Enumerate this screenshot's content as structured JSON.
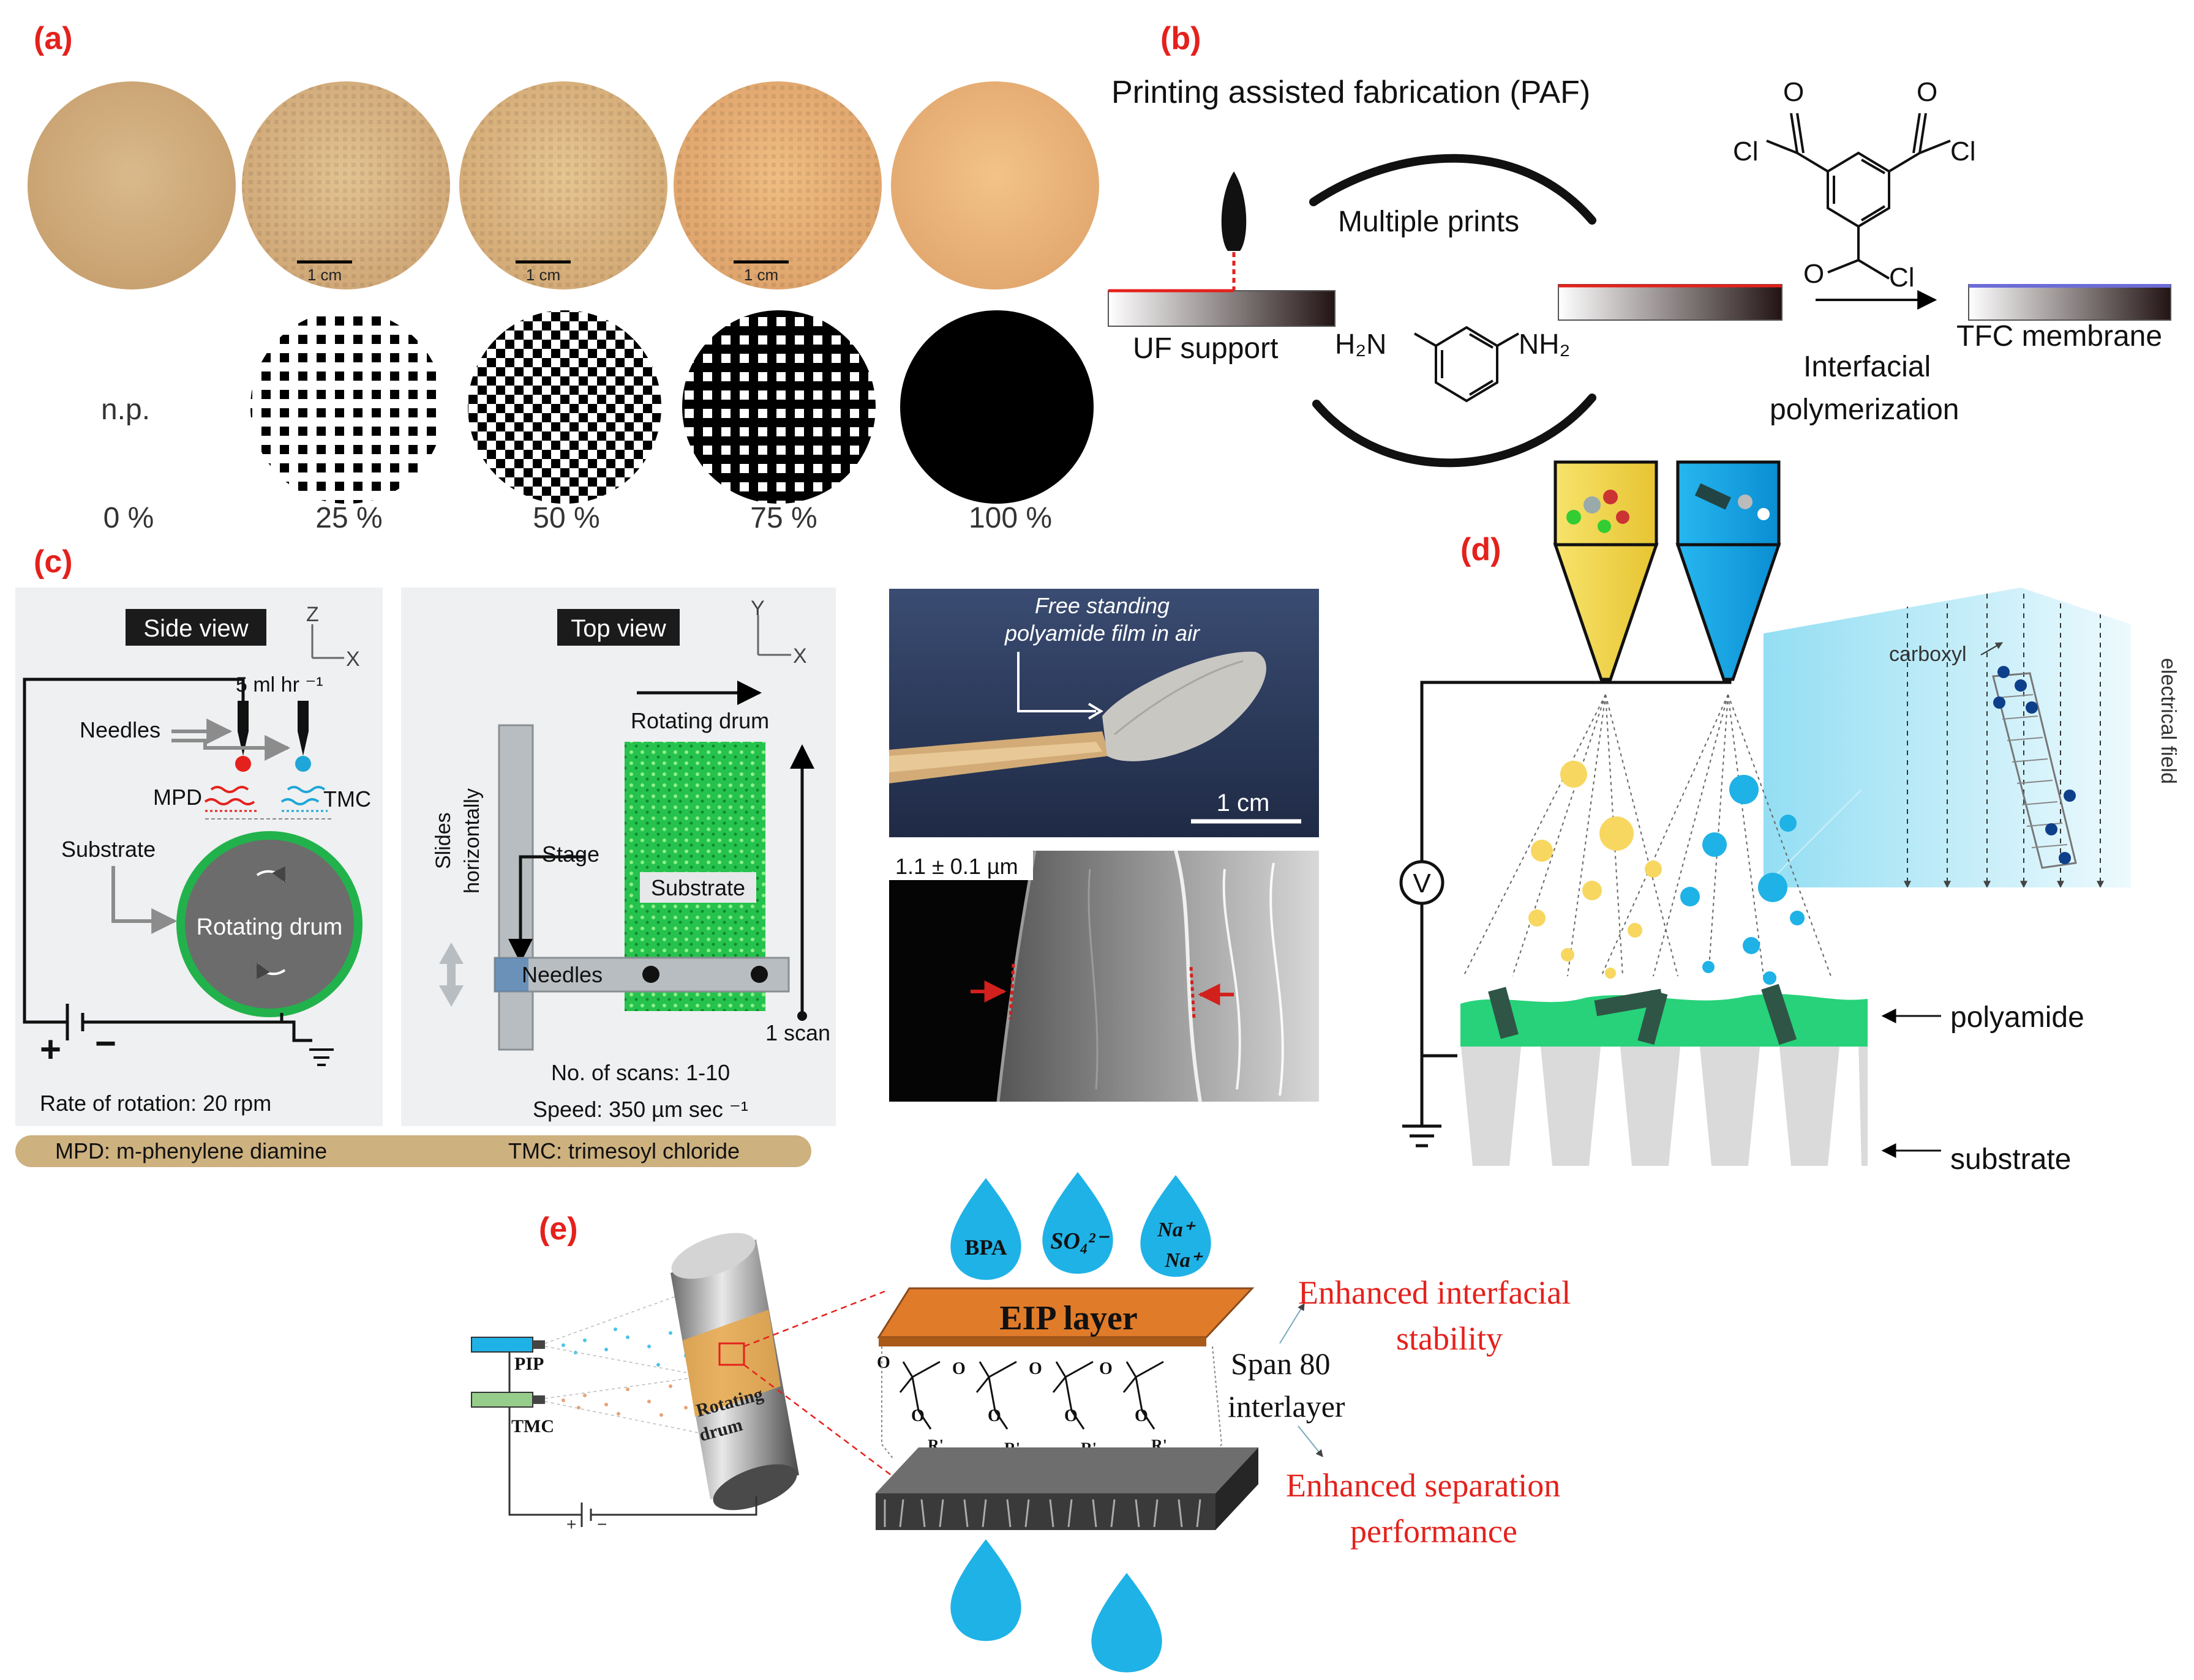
{
  "colors": {
    "panel_label": "#e4211c",
    "red_text": "#e4211c",
    "drop_blue": "#1fb2e6",
    "polyamide_green": "#27d27a",
    "eip_orange": "#e07b2a",
    "tan_bar": "#cdb17f",
    "membrane_tan": "#d8b384"
  },
  "panel_a": {
    "label": "(a)",
    "scale_bar": "1 cm",
    "not_printed": "n.p.",
    "percents": [
      "0 %",
      "25 %",
      "50 %",
      "75 %",
      "100 %"
    ]
  },
  "panel_b": {
    "label": "(b)",
    "title": "Printing assisted fabrication (PAF)",
    "multiple_prints": "Multiple prints",
    "uf_support": "UF support",
    "tfc_membrane": "TFC membrane",
    "interfacial": "Interfacial",
    "polymerization": "polymerization",
    "tmc_atoms": {
      "o": "O",
      "cl": "Cl"
    },
    "mpd_atoms": {
      "left": "H₂N",
      "right": "NH₂"
    }
  },
  "panel_c": {
    "label": "(c)",
    "side_view": "Side view",
    "top_view": "Top view",
    "axis_z": "Z",
    "axis_x": "X",
    "axis_y": "Y",
    "flow_rate": "5 ml hr ⁻¹",
    "needles": "Needles",
    "mpd": "MPD",
    "tmc": "TMC",
    "substrate": "Substrate",
    "rotating_drum": "Rotating drum",
    "plus": "+",
    "minus": "−",
    "rate_of_rotation": "Rate of rotation: 20 rpm",
    "slides": "Slides",
    "horizontally": "horizontally",
    "stage": "Stage",
    "top_substrate": "Substrate",
    "top_rotating_drum": "Rotating drum",
    "top_needles": "Needles",
    "one_scan": "1 scan",
    "no_scans": "No. of scans: 1-10",
    "speed": "Speed: 350 µm sec ⁻¹",
    "legend_mpd": "MPD: m-phenylene diamine",
    "legend_tmc": "TMC: trimesoyl chloride",
    "photo_caption_1": "Free standing",
    "photo_caption_2": "polyamide film in air",
    "photo_scale": "1 cm",
    "sem_thickness": "1.1 ± 0.1 µm"
  },
  "panel_d": {
    "label": "(d)",
    "voltage": "V",
    "carboxyl": "carboxyl",
    "electrical_field": "electrical field",
    "polyamide": "polyamide",
    "substrate": "substrate"
  },
  "panel_e": {
    "label": "(e)",
    "pip": "PIP",
    "tmc": "TMC",
    "rotating": "Rotating",
    "drum": "drum",
    "bpa": "BPA",
    "so4": "SO₄²⁻",
    "na1": "Na⁺",
    "na2": "Na⁺",
    "eip_layer": "EIP layer",
    "span80_1": "Span 80",
    "span80_2": "interlayer",
    "enh1_a": "Enhanced interfacial",
    "enh1_b": "stability",
    "enh2_a": "Enhanced separation",
    "enh2_b": "performance",
    "o_atom": "O",
    "r_prime": "R'"
  }
}
